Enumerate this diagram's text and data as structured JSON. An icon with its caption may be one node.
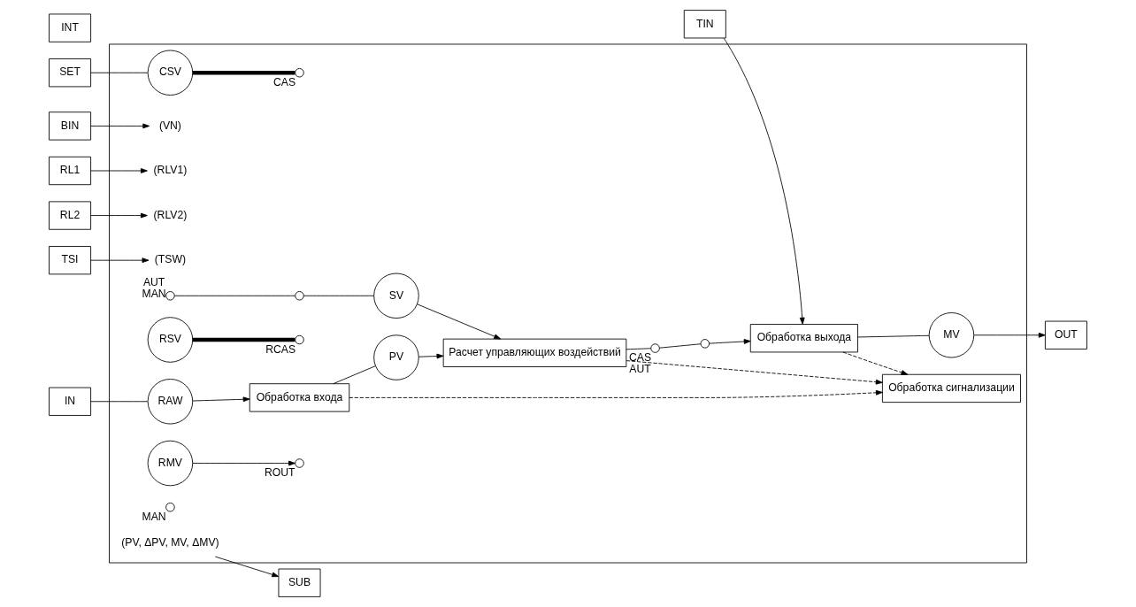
{
  "diagram": {
    "nodes": [
      {
        "text": [],
        "shape": "box"
      },
      {
        "text": [
          "SET"
        ]
      },
      {
        "text": [
          "BIN"
        ]
      },
      {
        "text": [
          "RL1"
        ]
      },
      {
        "text": [
          "RL2"
        ]
      },
      {
        "text": [
          "TIN"
        ]
      },
      {
        "text": [
          "TSI"
        ]
      },
      {
        "text": [
          "INT"
        ]
      },
      {
        "text": [
          "IN"
        ]
      },
      {
        "text": [
          "OUT"
        ]
      },
      {
        "text": [
          "SUB"
        ]
      },
      {
        "text": [
          "(VN)"
        ],
        "in": 0
      },
      {
        "text": [
          "(RLV1)"
        ],
        "in": 0
      },
      {
        "text": [
          "(RLV2)"
        ],
        "in": 0
      },
      {
        "text": [
          "(TSW)"
        ],
        "in": 0
      },
      {
        "text": [
          "(PV, ΔPV, MV, ΔMV)"
        ],
        "in": 0
      },
      {
        "text": [
          "Обработка сигнализации"
        ],
        "in": 0
      },
      {
        "text": [
          "CSV"
        ],
        "in": 0
      },
      {
        "text": [],
        "shape": "circle",
        "beside": [
          "CAS"
        ],
        "in": 0
      },
      {
        "text": [],
        "shape": "circle",
        "beside": [
          "AUT",
          "MAN"
        ],
        "in": 0
      },
      {
        "text": [],
        "shape": "circle",
        "in": 0
      },
      {
        "text": [
          "SV"
        ],
        "in": 0
      },
      {
        "text": [
          "RSV"
        ],
        "in": 0
      },
      {
        "text": [],
        "shape": "circle",
        "beside": [
          "RCAS"
        ],
        "in": 0
      },
      {
        "text": [
          "RAW"
        ],
        "in": 0
      },
      {
        "text": [
          "Обработка входа"
        ],
        "in": 0
      },
      {
        "text": [
          "PV"
        ],
        "in": 0
      },
      {
        "text": [
          "Расчет управляющих воздействий"
        ],
        "in": 0
      },
      {
        "text": [],
        "shape": "circle",
        "beside": [
          "MAN"
        ],
        "in": 0
      },
      {
        "text": [],
        "shape": "circle",
        "beside": [
          "CAS",
          "AUT"
        ],
        "in": 0
      },
      {
        "text": [],
        "shape": "circle",
        "in": 0
      },
      {
        "text": [],
        "shape": "circle",
        "beside": [
          "ROUT"
        ],
        "in": 0
      },
      {
        "text": [
          "RMV"
        ],
        "in": 0
      },
      {
        "text": [
          "Обработка выхода"
        ],
        "in": 0
      },
      {
        "text": [
          "MV"
        ],
        "in": 0
      }
    ],
    "edges": [
      {
        "from": 8,
        "to": 24,
        "arrow": "none"
      },
      {
        "from": 24,
        "to": 25,
        "arrow": "to"
      },
      {
        "from": 25,
        "to": 26,
        "arrow": "none"
      },
      {
        "from": 26,
        "to": 27,
        "arrow": "to"
      },
      {
        "from": 27,
        "to": 29,
        "arrow": "none"
      },
      {
        "from": 29,
        "to": 30,
        "arrow": "none"
      },
      {
        "from": 30,
        "to": 33,
        "arrow": "to"
      },
      {
        "from": 33,
        "to": 34,
        "arrow": "none"
      },
      {
        "from": 34,
        "to": 9,
        "arrow": "to"
      },
      {
        "from": 1,
        "to": 17,
        "arrow": "none"
      },
      {
        "from": 17,
        "to": 18,
        "arrow": "none",
        "style": "thick"
      },
      {
        "from": 19,
        "to": 20,
        "arrow": "none"
      },
      {
        "from": 20,
        "to": 21,
        "arrow": "none"
      },
      {
        "from": 22,
        "to": 23,
        "arrow": "none",
        "style": "thick"
      },
      {
        "from": 21,
        "to": 27,
        "arrow": "to"
      },
      {
        "from": 25,
        "to": 16,
        "arrow": "to",
        "style": "dashed"
      },
      {
        "from": 27,
        "to": 16,
        "arrow": "to",
        "style": "dashed"
      },
      {
        "from": 33,
        "to": 16,
        "arrow": "to",
        "style": "dashed"
      },
      {
        "from": 5,
        "to": 33,
        "arrow": "to"
      },
      {
        "from": 2,
        "to": 11,
        "arrow": "to"
      },
      {
        "from": 3,
        "to": 12,
        "arrow": "to"
      },
      {
        "from": 4,
        "to": 13,
        "arrow": "to"
      },
      {
        "from": 6,
        "to": 14,
        "arrow": "to"
      },
      {
        "from": 32,
        "to": 31,
        "arrow": "to"
      },
      {
        "from": 15,
        "to": 10,
        "arrow": "to"
      }
    ]
  }
}
